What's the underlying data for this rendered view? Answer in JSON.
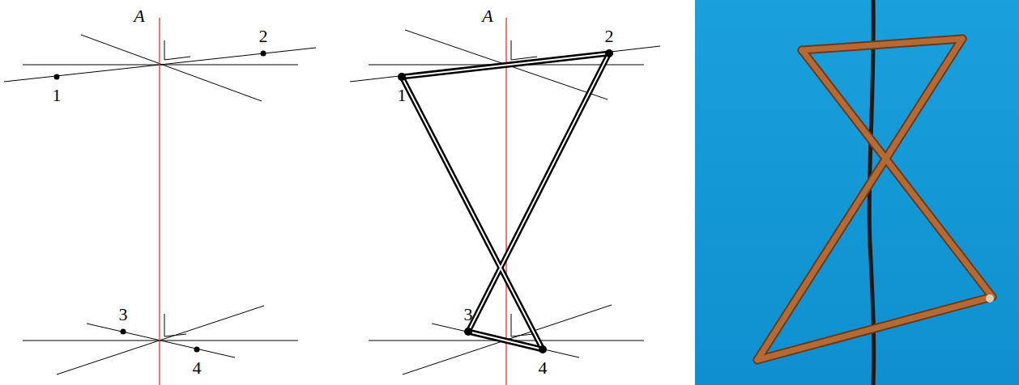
{
  "diagram": {
    "labels": [
      "A",
      "2",
      "1",
      "3",
      "4",
      "A",
      "2",
      "1",
      "3",
      "4"
    ]
  }
}
